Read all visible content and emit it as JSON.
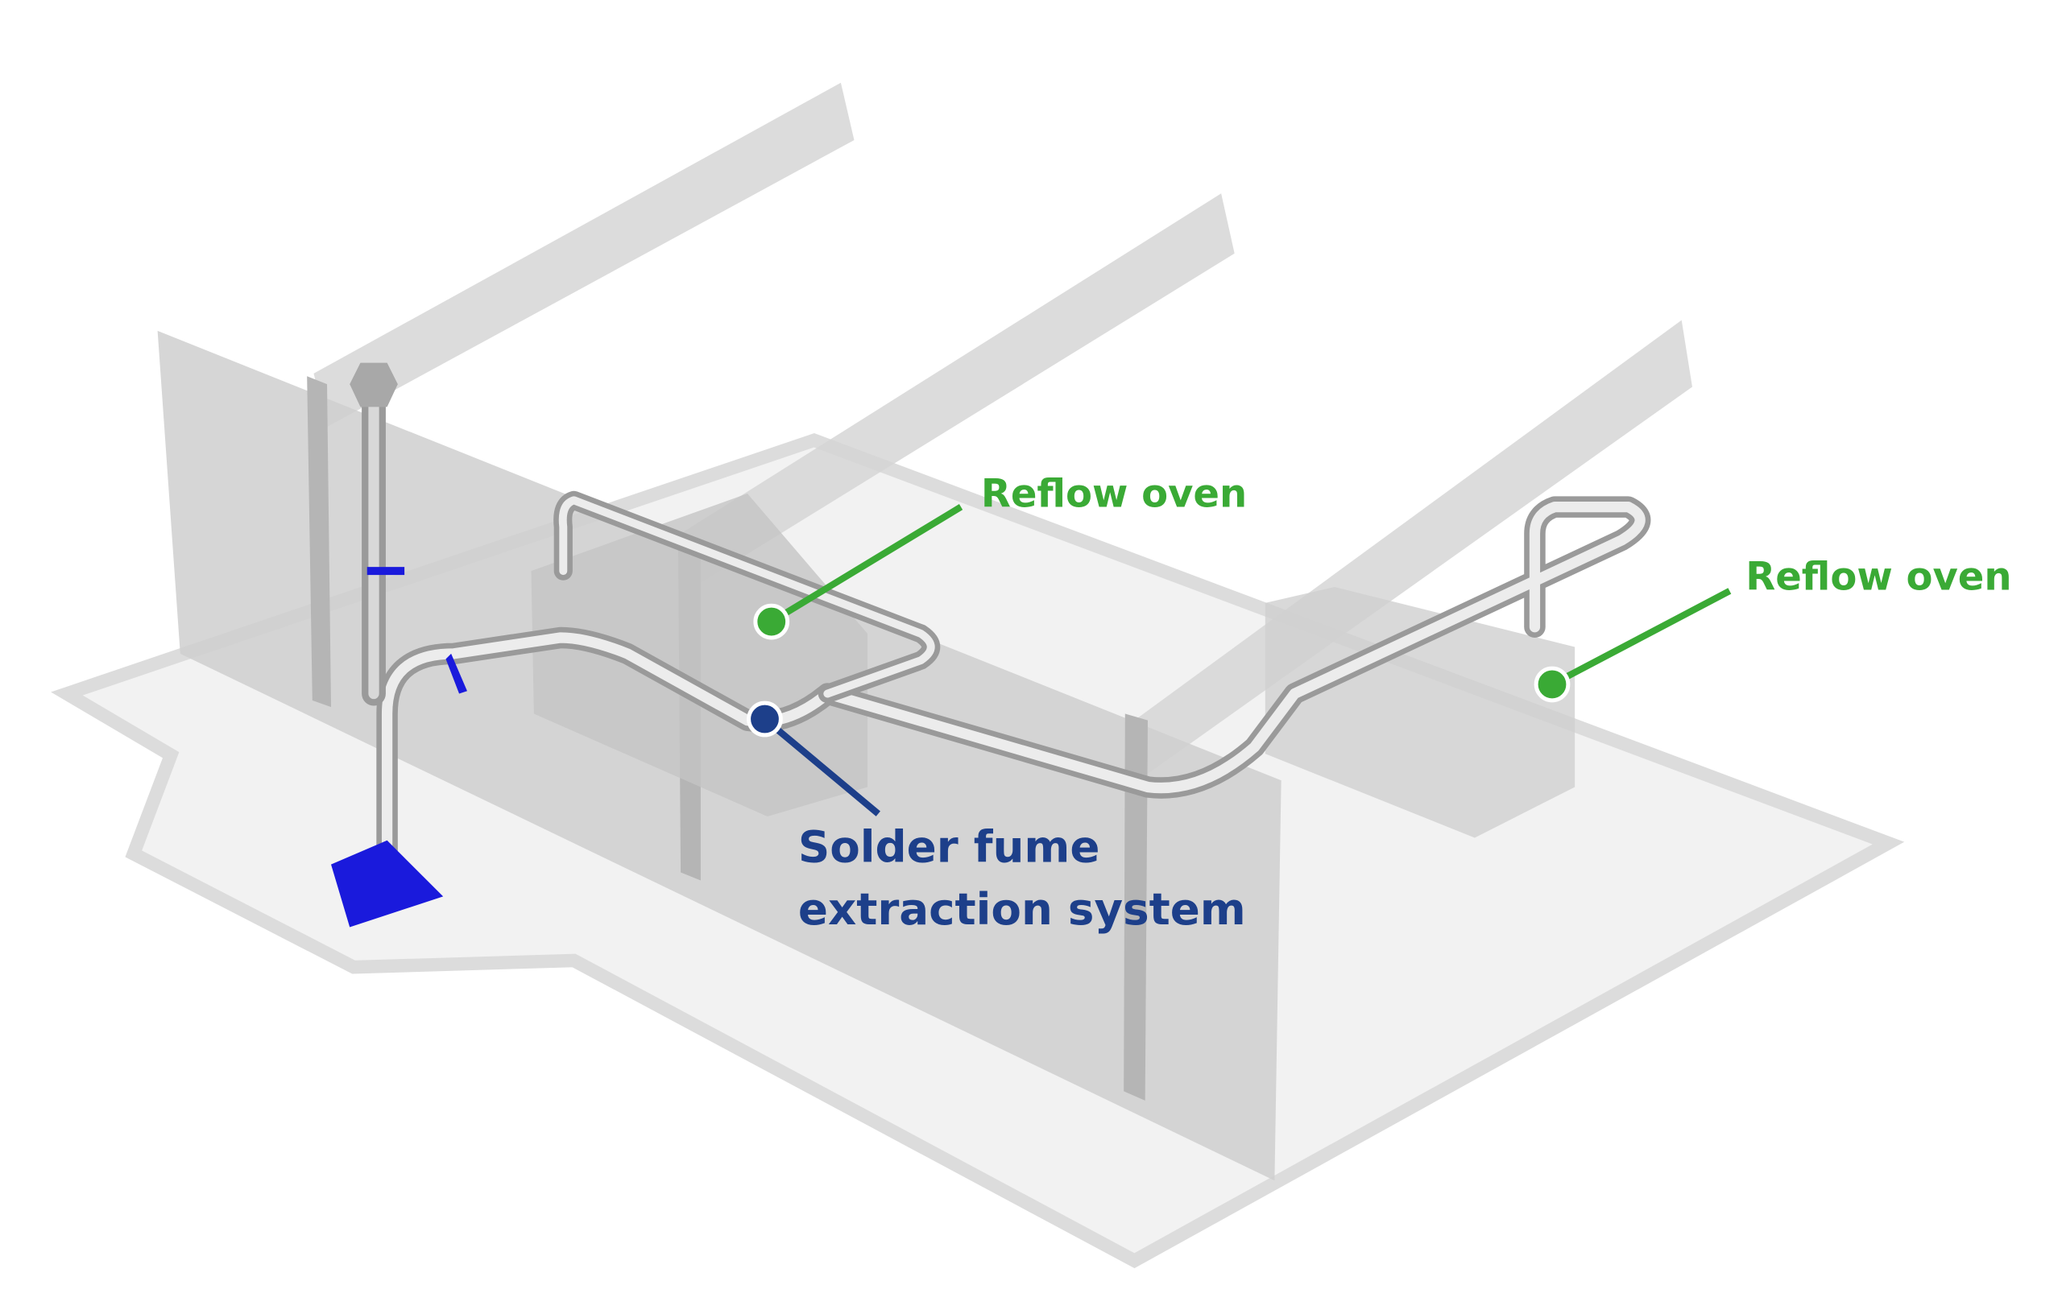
{
  "labels": {
    "oven_1": "Reflow oven",
    "oven_2": "Reflow oven",
    "extraction_line1": "Solder fume",
    "extraction_line2": "extraction system"
  },
  "colors": {
    "oven_label": "#3aaa35",
    "extraction_label": "#1d3f8a",
    "fan_unit": "#1a1adc",
    "walls": "#c8c8c8",
    "pipes": "#b4b4b4"
  }
}
